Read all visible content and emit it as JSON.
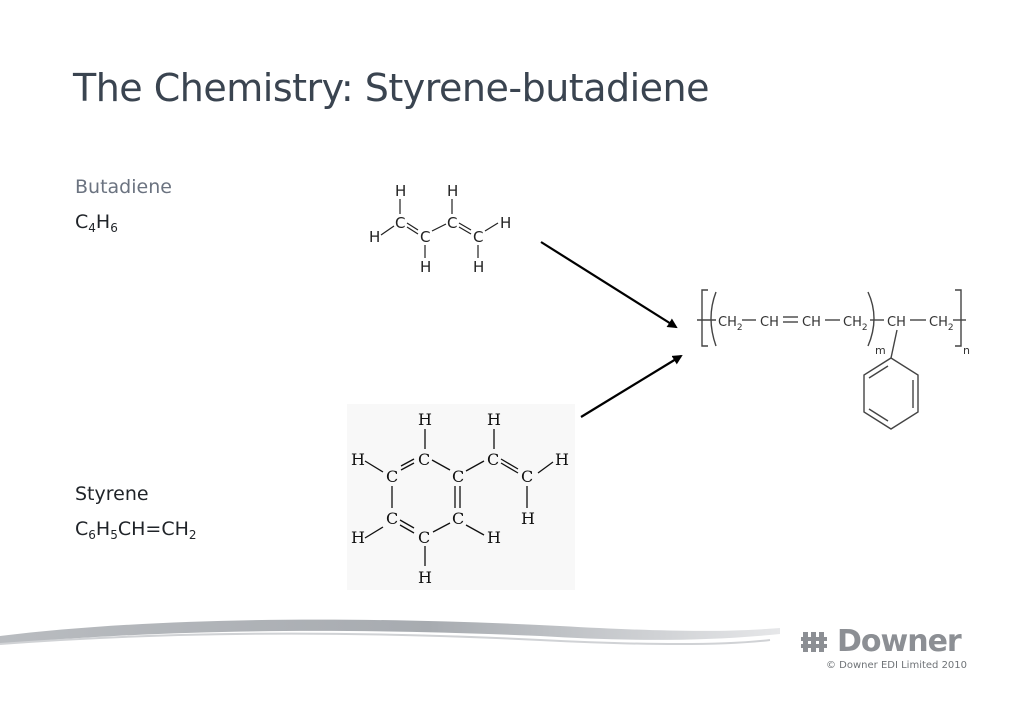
{
  "slide": {
    "title": "The Chemistry: Styrene-butadiene"
  },
  "butadiene": {
    "label": "Butadiene",
    "formula_parts": [
      "C",
      "4",
      "H",
      "6"
    ],
    "structure_atoms": {
      "h": "H",
      "c": "C"
    }
  },
  "styrene": {
    "label": "Styrene",
    "formula_parts": [
      "C",
      "6",
      "H",
      "5",
      "CH=CH",
      "2"
    ],
    "structure_atoms": {
      "h": "H",
      "c": "C"
    }
  },
  "polymer": {
    "ch2": "CH",
    "sub2": "2",
    "ch": "CH",
    "sub_m": "m",
    "sub_n": "n"
  },
  "footer": {
    "logo_text": "Downer",
    "copyright": "© Downer EDI Limited 2010"
  },
  "colors": {
    "title": "#3a4450",
    "label": "#6b7380",
    "logo": "#8c8f94"
  }
}
